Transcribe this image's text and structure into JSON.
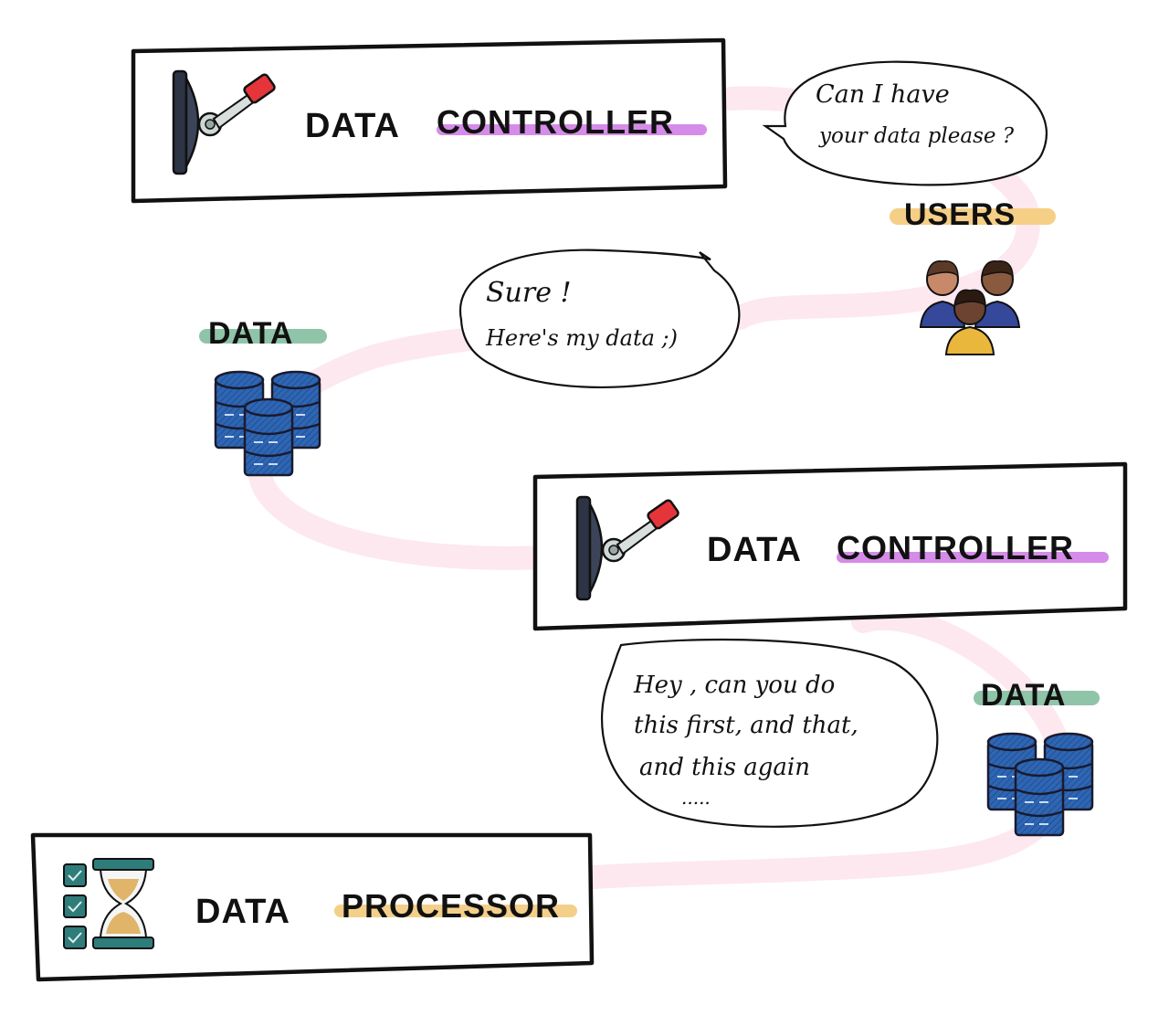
{
  "boxes": {
    "controller_top": {
      "word1": "DATA",
      "word2": "CONTROLLER"
    },
    "controller_mid": {
      "word1": "DATA",
      "word2": "CONTROLLER"
    },
    "processor": {
      "word1": "DATA",
      "word2": "PROCESSOR"
    }
  },
  "labels": {
    "users": "USERS",
    "data_left": "DATA",
    "data_right": "DATA"
  },
  "bubbles": {
    "ask": {
      "line1": "Can I have",
      "line2": "your data please ?"
    },
    "reply": {
      "line1": "Sure !",
      "line2": "Here's my data ;)"
    },
    "orders": {
      "line1": "Hey , can you do",
      "line2": "this first, and that,",
      "line3": "and this again",
      "line4": "....."
    }
  },
  "colors": {
    "path": "#fde8ef",
    "controller_underline": "#d58be8",
    "processor_underline": "#f4cf8a",
    "users_underline": "#f5cf85",
    "data_underline": "#8fc4a8",
    "db_fill": "#2f66b3",
    "switch_knob": "#e5353b",
    "hourglass": "#2f7d7a",
    "sand": "#e0b469"
  },
  "icons": {
    "switch": "lever-switch-icon",
    "database": "database-stack-icon",
    "users": "user-group-icon",
    "processor": "hourglass-checklist-icon"
  }
}
